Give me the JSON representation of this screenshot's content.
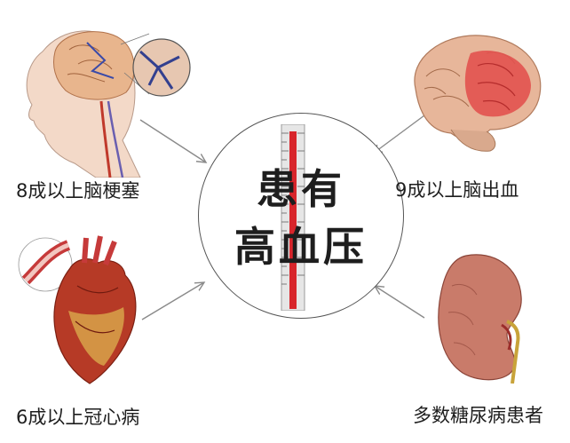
{
  "center": {
    "line1": "患有",
    "line2": "高血压"
  },
  "outcomes": {
    "top_left": "8成以上脑梗塞",
    "top_right": "9成以上脑出血",
    "bottom_left": "6成以上冠心病",
    "bottom_right": "多数糖尿病患者"
  },
  "colors": {
    "arrow": "#8a8a8a",
    "mercury": "#d8252b",
    "circle_border": "#555555",
    "text": "#1e1e1e"
  },
  "illustrations": {
    "top_left": "head-brain-cross-section",
    "top_right": "brain-hemorrhage",
    "bottom_left": "heart",
    "bottom_right": "kidney"
  }
}
